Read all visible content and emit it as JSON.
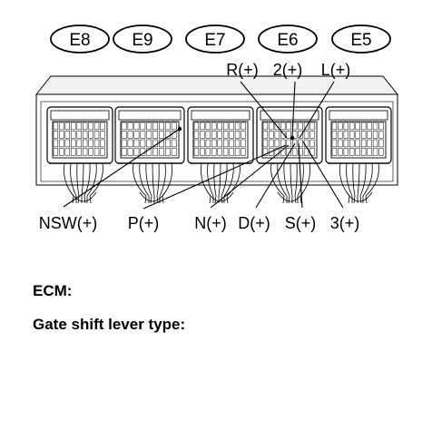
{
  "connectors": [
    "E8",
    "E9",
    "E7",
    "E6",
    "E5"
  ],
  "top_pins": [
    "R(+)",
    "2(+)",
    "L(+)"
  ],
  "bottom_pins": [
    "NSW(+)",
    "P(+)",
    "N(+)",
    "D(+)",
    "S(+)",
    "3(+)"
  ],
  "captions": {
    "ecm": "ECM:",
    "gate": "Gate shift lever type:"
  }
}
